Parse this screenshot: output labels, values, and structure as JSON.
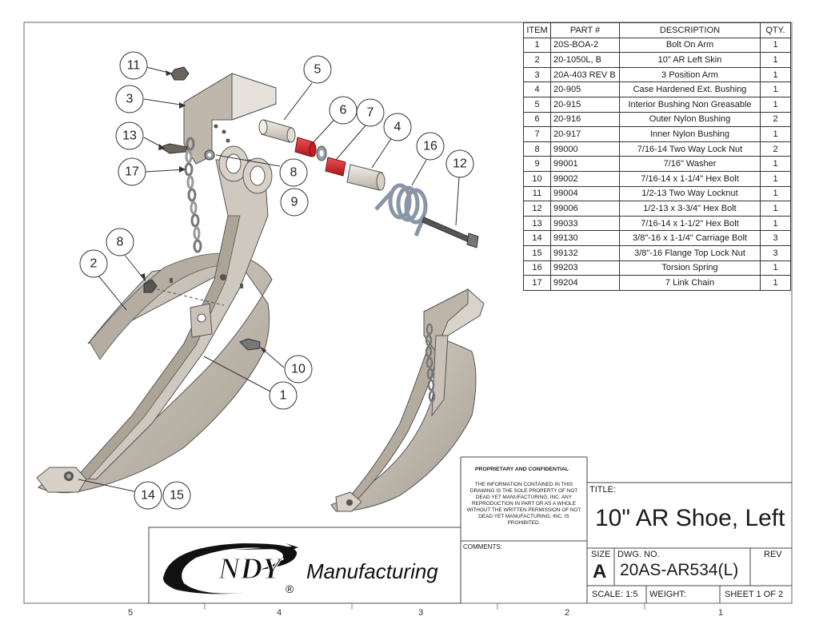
{
  "bom": {
    "headers": [
      "ITEM",
      "PART #",
      "DESCRIPTION",
      "QTY."
    ],
    "rows": [
      [
        "1",
        "20S-BOA-2",
        "Bolt On Arm",
        "1"
      ],
      [
        "2",
        "20-1050L, B",
        "10\" AR Left Skin",
        "1"
      ],
      [
        "3",
        "20A-403 REV B",
        "3 Position Arm",
        "1"
      ],
      [
        "4",
        "20-905",
        "Case Hardened Ext. Bushing",
        "1"
      ],
      [
        "5",
        "20-915",
        "Interior Bushing Non Greasable",
        "1"
      ],
      [
        "6",
        "20-916",
        "Outer Nylon Bushing",
        "2"
      ],
      [
        "7",
        "20-917",
        "Inner Nylon Bushing",
        "1"
      ],
      [
        "8",
        "99000",
        "7/16-14 Two Way Lock Nut",
        "2"
      ],
      [
        "9",
        "99001",
        "7/16\" Washer",
        "1"
      ],
      [
        "10",
        "99002",
        "7/16-14 x 1-1/4\" Hex Bolt",
        "1"
      ],
      [
        "11",
        "99004",
        "1/2-13 Two Way Locknut",
        "1"
      ],
      [
        "12",
        "99006",
        "1/2-13 x 3-3/4\" Hex Bolt",
        "1"
      ],
      [
        "13",
        "99033",
        "7/16-14 x 1-1/2\" Hex Bolt",
        "1"
      ],
      [
        "14",
        "99130",
        "3/8\"-16 x 1-1/4\" Carriage Bolt",
        "3"
      ],
      [
        "15",
        "99132",
        "3/8\"-16 Flange Top Lock Nut",
        "3"
      ],
      [
        "16",
        "99203",
        "Torsion Spring",
        "1"
      ],
      [
        "17",
        "99204",
        "7 Link Chain",
        "1"
      ]
    ]
  },
  "callouts": [
    "11",
    "3",
    "13",
    "17",
    "5",
    "6",
    "7",
    "4",
    "16",
    "12",
    "8",
    "9",
    "8",
    "2",
    "10",
    "1",
    "14",
    "15"
  ],
  "title_block": {
    "confidential_heading": "PROPRIETARY AND CONFIDENTIAL",
    "confidential_body": "THE INFORMATION CONTAINED IN THIS DRAWING IS THE SOLE PROPERTY OF NOT DEAD YET MANUFACTURING, INC. ANY REPRODUCTION IN PART OR AS A WHOLE WITHOUT THE WRITTEN PERMISSION OF NOT DEAD YET MANUFACTURING, INC. IS PROHIBITED.",
    "comments_label": "COMMENTS:",
    "title_label": "TITLE:",
    "title": "10\" AR Shoe, Left",
    "size_label": "SIZE",
    "size_value": "A",
    "dwg_no_label": "DWG. NO.",
    "dwg_no": "20AS-AR534(L)",
    "rev_label": "REV",
    "scale": "SCALE: 1:5",
    "weight": "WEIGHT:",
    "sheet": "SHEET 1 OF 2"
  },
  "logo": {
    "text": "NDY",
    "subtext": "Manufacturing",
    "mark": "®"
  },
  "zones": [
    "5",
    "4",
    "3",
    "2",
    "1"
  ],
  "colors": {
    "steel": "#c9c2b8",
    "steel_dark": "#8f877c",
    "bushing_red": "#d8262c",
    "line": "#333333"
  }
}
